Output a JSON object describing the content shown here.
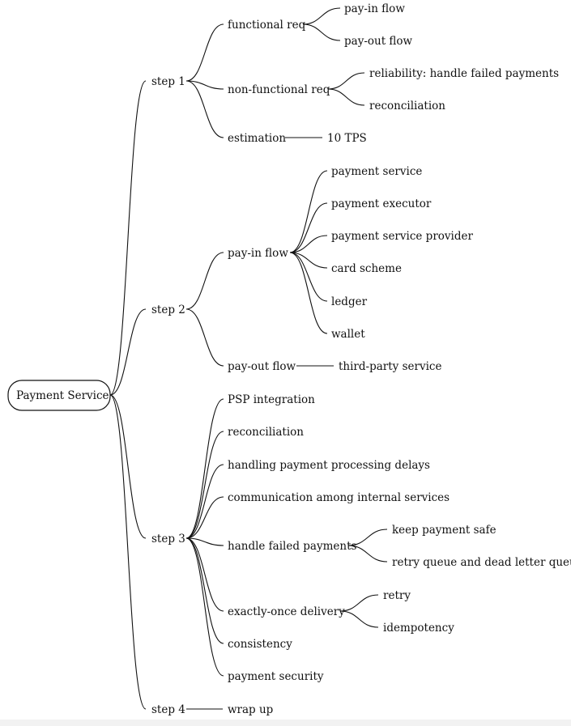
{
  "root": "Payment Service",
  "steps": [
    {
      "label": "step 1",
      "children": [
        {
          "label": "functional req",
          "children": [
            "pay-in flow",
            "pay-out flow"
          ]
        },
        {
          "label": "non-functional req",
          "children": [
            "reliability: handle failed payments",
            "reconciliation"
          ]
        },
        {
          "label": "estimation",
          "children": [
            "10 TPS"
          ]
        }
      ]
    },
    {
      "label": "step 2",
      "children": [
        {
          "label": "pay-in flow",
          "children": [
            "payment service",
            "payment executor",
            "payment service provider",
            "card scheme",
            "ledger",
            "wallet"
          ]
        },
        {
          "label": "pay-out flow",
          "children": [
            "third-party service"
          ]
        }
      ]
    },
    {
      "label": "step 3",
      "children": [
        {
          "label": "PSP integration",
          "children": []
        },
        {
          "label": "reconciliation",
          "children": []
        },
        {
          "label": "handling payment processing delays",
          "children": []
        },
        {
          "label": "communication among internal services",
          "children": []
        },
        {
          "label": "handle failed payments",
          "children": [
            "keep payment safe",
            "retry queue and dead letter queue"
          ]
        },
        {
          "label": "exactly-once delivery",
          "children": [
            "retry",
            "idempotency"
          ]
        },
        {
          "label": "consistency",
          "children": []
        },
        {
          "label": "payment security",
          "children": []
        }
      ]
    },
    {
      "label": "step 4",
      "children": [
        {
          "label": "wrap up",
          "children": []
        }
      ]
    }
  ]
}
